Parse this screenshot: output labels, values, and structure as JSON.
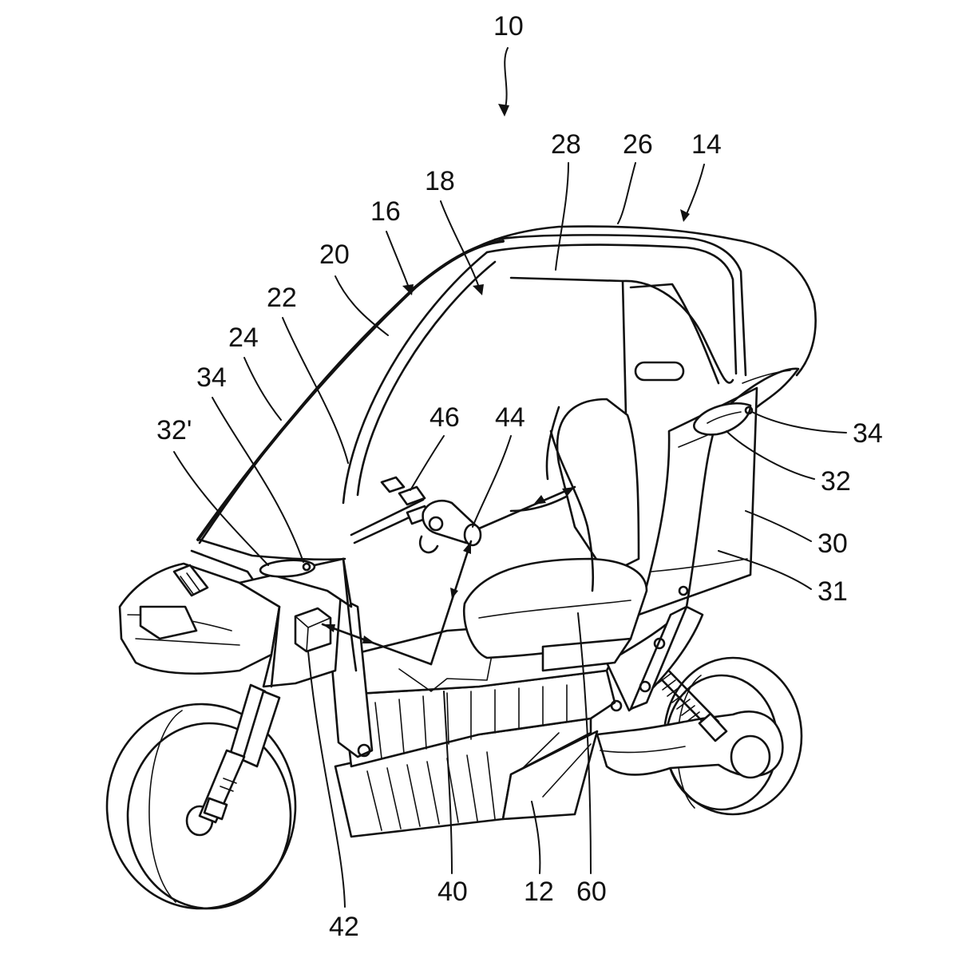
{
  "figure": {
    "background": "#ffffff",
    "ink": "#111111"
  },
  "labels": {
    "l10": "10",
    "l28": "28",
    "l26": "26",
    "l14": "14",
    "l18": "18",
    "l16": "16",
    "l20": "20",
    "l22": "22",
    "l24": "24",
    "l34a": "34",
    "l32p": "32'",
    "l46": "46",
    "l44": "44",
    "l34b": "34",
    "l32": "32",
    "l30": "30",
    "l31": "31",
    "l42": "42",
    "l40": "40",
    "l12": "12",
    "l60": "60"
  }
}
